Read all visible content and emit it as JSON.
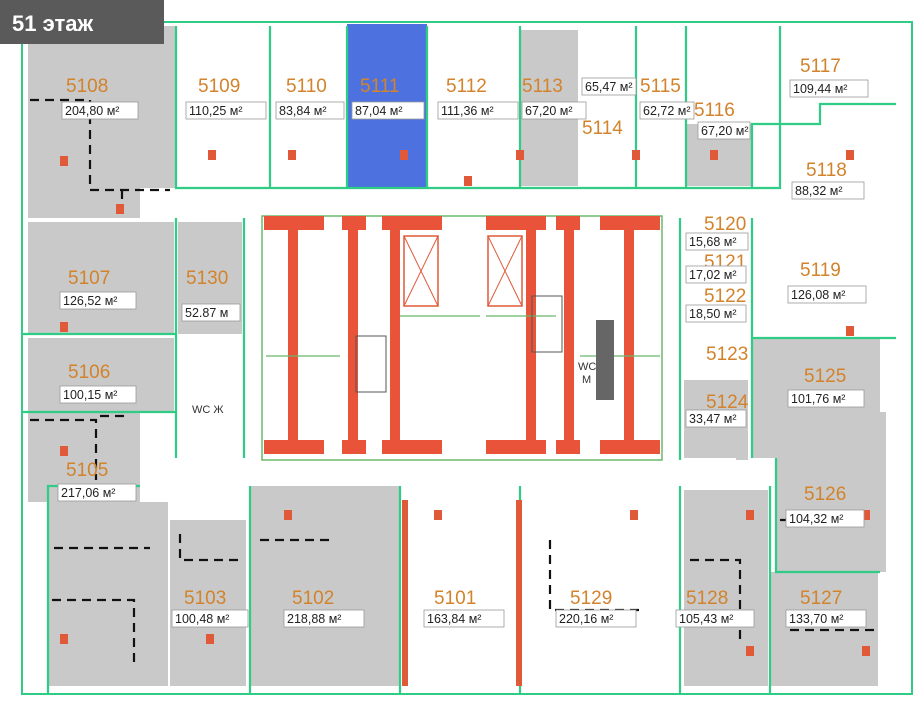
{
  "floor_label": "51 этаж",
  "units": [
    {
      "id": "5108",
      "area": "204,80 м²"
    },
    {
      "id": "5109",
      "area": "110,25 м²"
    },
    {
      "id": "5110",
      "area": "83,84 м²"
    },
    {
      "id": "5111",
      "area": "87,04 м²",
      "highlighted": true
    },
    {
      "id": "5112",
      "area": "111,36 м²"
    },
    {
      "id": "5113",
      "area": "67,20 м²"
    },
    {
      "id": "5114",
      "area": "65,47 м²"
    },
    {
      "id": "5115",
      "area": "62,72 м²"
    },
    {
      "id": "5116",
      "area": "67,20 м²"
    },
    {
      "id": "5117",
      "area": "109,44 м²"
    },
    {
      "id": "5118",
      "area": "88,32 м²"
    },
    {
      "id": "5107",
      "area": "126,52 м²"
    },
    {
      "id": "5130",
      "area": "52.87 м"
    },
    {
      "id": "5120",
      "area": "15,68 м²"
    },
    {
      "id": "5121",
      "area": "17,02 м²"
    },
    {
      "id": "5122",
      "area": "18,50 м²"
    },
    {
      "id": "5119",
      "area": "126,08 м²"
    },
    {
      "id": "5106",
      "area": "100,15 м²"
    },
    {
      "id": "5123",
      "area": ""
    },
    {
      "id": "5124",
      "area": "33,47 м²"
    },
    {
      "id": "5125",
      "area": "101,76 м²"
    },
    {
      "id": "5105",
      "area": "217,06 м²"
    },
    {
      "id": "5126",
      "area": "104,32 м²"
    },
    {
      "id": "5103",
      "area": "100,48 м²"
    },
    {
      "id": "5102",
      "area": "218,88 м²"
    },
    {
      "id": "5101",
      "area": "163,84 м²"
    },
    {
      "id": "5129",
      "area": "220,16 м²"
    },
    {
      "id": "5128",
      "area": "105,43 м²"
    },
    {
      "id": "5127",
      "area": "133,70 м²"
    }
  ],
  "wc_labels": {
    "women": "WC Ж",
    "men_top": "WC",
    "men_bottom": "М"
  },
  "colors": {
    "accent_number": "#d2832b",
    "highlight": "#4d72e0",
    "wall": "#2ecc85",
    "core": "#e8533a",
    "room_gray": "#c9c9c9"
  }
}
